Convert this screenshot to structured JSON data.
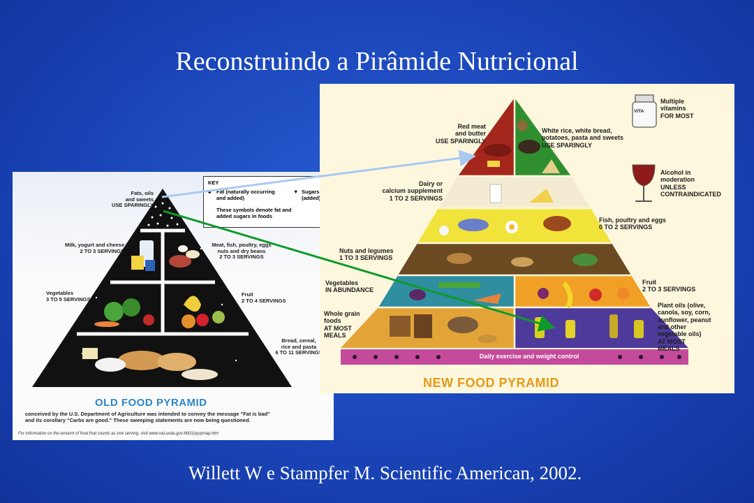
{
  "slide": {
    "title": "Reconstruindo a Pirâmide Nutricional",
    "citation": "Willett W e Stampfer M. Scientific American, 2002."
  },
  "old_pyramid": {
    "title": "OLD FOOD PYRAMID",
    "key": {
      "title": "KEY",
      "fat": "Fat (naturally occurring\nand added)",
      "sugars": "Sugars\n(added)",
      "note": "These symbols denote fat and\nadded sugars in foods"
    },
    "labels": {
      "fats": "Fats, oils\nand sweets\nUSE SPARINGLY",
      "milk": "Milk, yogurt and cheese\n2 TO 3 SERVINGS",
      "meat": "Meat, fish, poultry, eggs\nnuts and dry beans\n2 TO 3 SERVINGS",
      "vegetables": "Vegetables\n3 TO 5 SERVINGS",
      "fruit": "Fruit\n2 TO 4 SERVINGS",
      "bread": "Bread, cereal,\nrice and pasta\n6 TO 11 SERVINGS"
    },
    "description": "conceived by the U.S. Department of Agriculture was intended to convey the message \"Fat is bad\"\nand its corollary \"Carbs are good.\" These sweeping statements are now being questioned.",
    "footnote": "For information on the amount of food that counts as one serving, visit www.nal.usda.gov:8001/py/pmap.htm"
  },
  "new_pyramid": {
    "title": "NEW FOOD PYRAMID",
    "exercise": "Daily exercise and weight control",
    "labels": {
      "red_meat": "Red meat\nand butter\nUSE SPARINGLY",
      "white_rice": "White rice, white bread,\npotatoes, pasta and sweets\nUSE SPARINGLY",
      "vitamins": "Multiple\nvitamins\nFOR MOST",
      "vitamin_bottle": "VITA",
      "dairy": "Dairy or\ncalcium supplement\n1 TO 2 SERVINGS",
      "alcohol": "Alcohol in\nmoderation\nUNLESS\nCONTRAINDICATED",
      "fish": "Fish, poultry and eggs\n0 TO 2 SERVINGS",
      "nuts": "Nuts and legumes\n1 TO 3 SERVINGS",
      "vegetables": "Vegetables\nIN ABUNDANCE",
      "fruit": "Fruit\n2 TO 3 SERVINGS",
      "whole_grain": "Whole grain\nfoods\nAT MOST\nMEALS",
      "plant_oils": "Plant oils (olive,\ncanola, soy, corn,\nsunflower, peanut\nand other\nvegetable oils)\nAT MOST\nMEALS"
    }
  },
  "colors": {
    "background": "#1a45b8",
    "arrow_light": "#a9c9f2",
    "arrow_green": "#0f9a2a",
    "red_meat_tier": "#a5261c",
    "white_rice_tier": "#2f8f2f",
    "dairy_tier": "#f4ecd2",
    "fish_tier": "#f1e33a",
    "nuts_tier": "#6b4a22",
    "veg_tier": "#2f8ea0",
    "fruit_tier": "#f0a125",
    "grain_tier": "#e2a437",
    "oil_tier": "#4e3a9a",
    "exercise_band": "#c44a9c",
    "old_title": "#2c86c8",
    "new_title": "#e59a18"
  }
}
